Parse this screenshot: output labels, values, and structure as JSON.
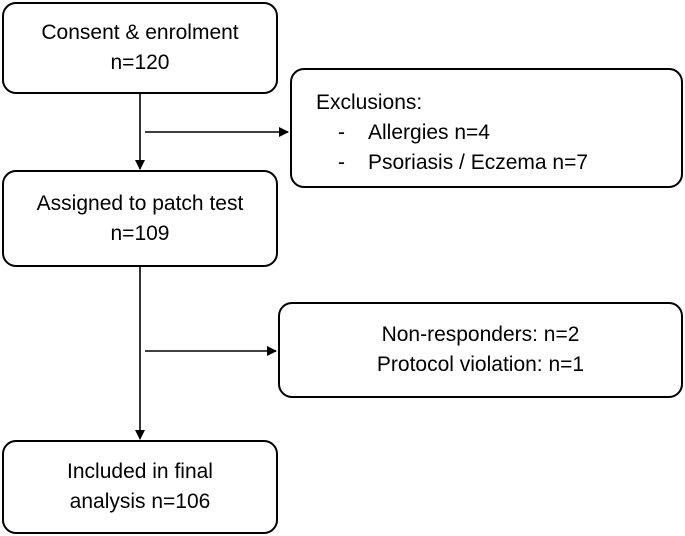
{
  "consent": {
    "line1": "Consent & enrolment",
    "line2": "n=120"
  },
  "exclusions": {
    "title": "Exclusions:",
    "items": [
      {
        "dash": "-",
        "label": "Allergies n=4"
      },
      {
        "dash": "-",
        "label": "Psoriasis / Eczema n=7"
      }
    ]
  },
  "assigned": {
    "line1": "Assigned to patch test",
    "line2": "n=109"
  },
  "nonresponders": {
    "line1": "Non-responders: n=2",
    "line2": "Protocol violation: n=1"
  },
  "final": {
    "line1": "Included in final",
    "line2": "analysis n=106"
  }
}
